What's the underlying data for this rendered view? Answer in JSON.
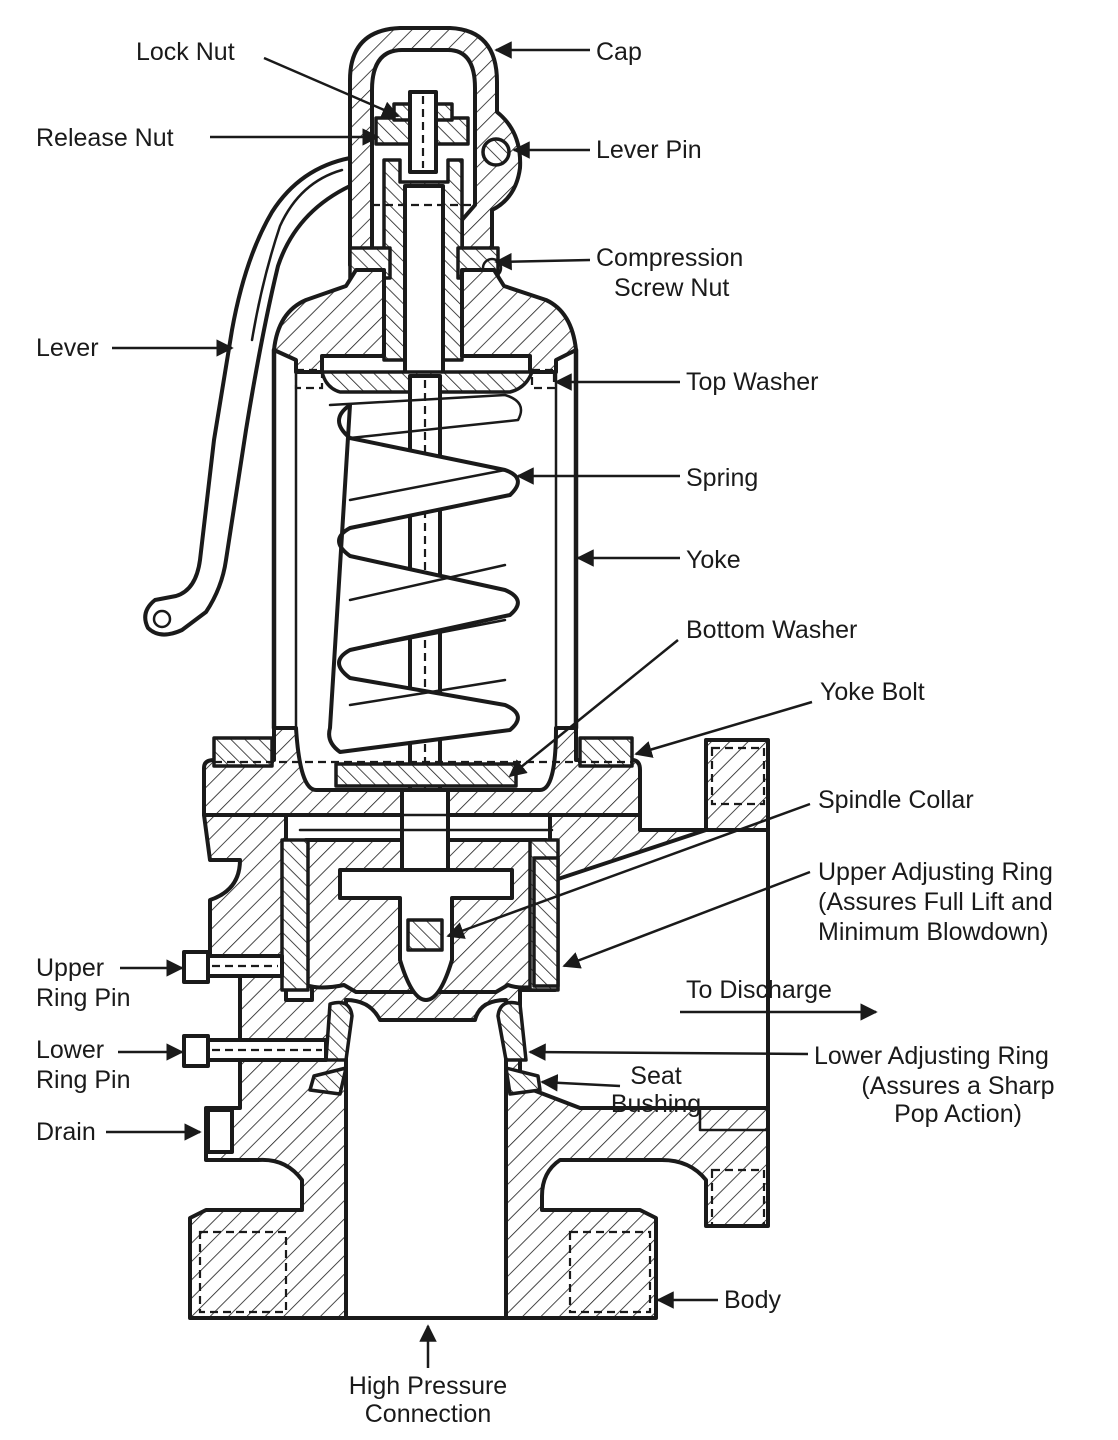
{
  "labels": {
    "lock_nut": "Lock Nut",
    "cap": "Cap",
    "release_nut": "Release Nut",
    "lever_pin": "Lever Pin",
    "compression_screw_nut_1": "Compression",
    "compression_screw_nut_2": "Screw Nut",
    "lever": "Lever",
    "top_washer": "Top Washer",
    "spring": "Spring",
    "yoke": "Yoke",
    "bottom_washer": "Bottom Washer",
    "yoke_bolt": "Yoke Bolt",
    "spindle_collar": "Spindle Collar",
    "upper_adjusting_ring_1": "Upper Adjusting Ring",
    "upper_adjusting_ring_2": "(Assures Full Lift and",
    "upper_adjusting_ring_3": "Minimum Blowdown)",
    "upper_ring_pin_1": "Upper",
    "upper_ring_pin_2": "Ring Pin",
    "to_discharge": "To Discharge",
    "lower_ring_pin_1": "Lower",
    "lower_ring_pin_2": "Ring Pin",
    "lower_adjusting_ring_1": "Lower Adjusting Ring",
    "lower_adjusting_ring_2": "(Assures a Sharp",
    "lower_adjusting_ring_3": "Pop Action)",
    "seat_bushing_1": "Seat",
    "seat_bushing_2": "Bushing",
    "drain": "Drain",
    "body": "Body",
    "high_pressure_connection_1": "High Pressure",
    "high_pressure_connection_2": "Connection"
  }
}
